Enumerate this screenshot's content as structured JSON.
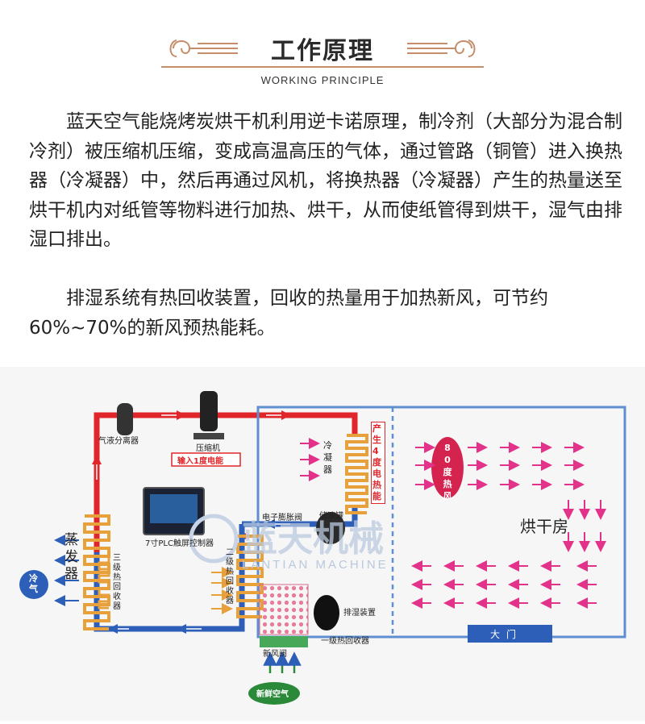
{
  "header": {
    "title": "工作原理",
    "subtitle": "WORKING PRINCIPLE"
  },
  "paragraphs": [
    "蓝天空气能烧烤炭烘干机利用逆卡诺原理，制冷剂（大部分为混合制冷剂）被压缩机压缩，变成高温高压的气体，通过管路（铜管）进入换热器（冷凝器）中，然后再通过风机，将换热器（冷凝器）产生的热量送至烘干机内对纸管等物料进行加热、烘干，从而使纸管得到烘干，湿气由排湿口排出。",
    "排湿系统有热回收装置，回收的热量用于加热新风，可节约60%~70%的新风预热能耗。"
  ],
  "diagram": {
    "labels": {
      "gas_liquid_separator": "气液分离器",
      "compressor": "压缩机",
      "input_power": "输入1度电能",
      "condenser": "冷凝器",
      "heat_output": "产生4度电热能",
      "receiver": "储液罐",
      "expansion_valve": "电子膨胀阀",
      "plc": "7寸PLC触屏控制器",
      "evaporator": "蒸发器",
      "stage3_recovery": "三级热回收器",
      "stage2_recovery": "二级热回收器",
      "cold_air": "冷气",
      "hot_air": "80度热风",
      "drying_room": "烘干房",
      "exhaust_device": "排湿装置",
      "stage1_recovery": "一级热回收器",
      "fresh_air_valve": "新风阀",
      "fresh_air": "新鲜空气",
      "gate": "大门",
      "watermark_cn": "蓝天机械",
      "watermark_en": "LANTIAN MACHINE"
    },
    "colors": {
      "pipe_hot": "#e0262b",
      "pipe_cold": "#2d5fb8",
      "arrow": "#e3328a",
      "coil": "#e8a03a",
      "room_border": "#5f8fd0"
    }
  }
}
